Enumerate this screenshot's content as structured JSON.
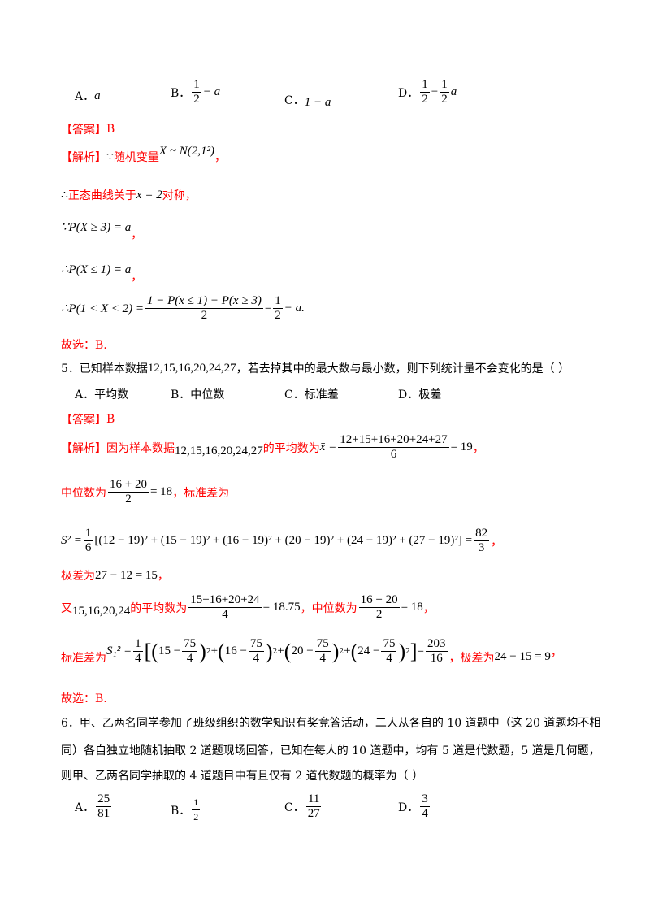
{
  "q4": {
    "options": {
      "a": {
        "label": "A．",
        "expr": "a"
      },
      "b": {
        "label": "B．",
        "num": "1",
        "den": "2",
        "tail": "− a"
      },
      "c": {
        "label": "C．",
        "expr": "1 − a"
      },
      "d": {
        "label": "D．",
        "num1": "1",
        "den1": "2",
        "minus": "−",
        "num2": "1",
        "den2": "2",
        "tail": "a"
      }
    },
    "answer_tag": "【答案】",
    "answer": "B",
    "analysis_tag": "【解析】",
    "because": "∵",
    "l1_text": "随机变量",
    "l1_math": "X ~ N(2,1²)",
    "l1_end": "，",
    "l2_therefore": "∴",
    "l2_text": "正态曲线关于",
    "l2_math": "x = 2",
    "l2_end": "对称，",
    "l3_math": "∵P(X ≥ 3) = a",
    "l3_end": "，",
    "l4_math": "∴P(X ≤ 1) = a",
    "l4_end": "，",
    "l5_left": "∴P(1 < X < 2) =",
    "l5_num": "1 − P(x ≤ 1) − P(x ≥ 3)",
    "l5_den": "2",
    "l5_eq": "=",
    "l5_num2": "1",
    "l5_den2": "2",
    "l5_tail": "− a.",
    "choose": "故选：B."
  },
  "q5": {
    "stem_pre": "5．已知样本数据",
    "stem_data": "12,15,16,20,24,27",
    "stem_post": "，若去掉其中的最大数与最小数，则下列统计量不会变化的是（    ）",
    "options": [
      {
        "label": "A．",
        "text": "平均数"
      },
      {
        "label": "B．",
        "text": "中位数"
      },
      {
        "label": "C．",
        "text": "标准差"
      },
      {
        "label": "D．",
        "text": "极差"
      }
    ],
    "answer_tag": "【答案】",
    "answer": "B",
    "analysis_tag": "【解析】",
    "a1_text": "因为样本数据",
    "a1_data": "12,15,16,20,24,27",
    "a1_text2": "的平均数为",
    "a1_xbar": "x̄ =",
    "a1_num": "12+15+16+20+24+27",
    "a1_den": "6",
    "a1_res": "= 19",
    "a1_end": "，",
    "a2_text": "中位数为",
    "a2_num": "16 + 20",
    "a2_den": "2",
    "a2_res": "= 18",
    "a2_text2": "，标准差为",
    "a3_left": "S² =",
    "a3_num": "1",
    "a3_den": "6",
    "a3_body": "[(12 − 19)² + (15 − 19)² + (16 − 19)² + (20 − 19)² + (24 − 19)² + (27 − 19)²] =",
    "a3_rnum": "82",
    "a3_rden": "3",
    "a3_end": "，",
    "a4_text": "极差为",
    "a4_math": "27 − 12 = 15",
    "a4_end": "，",
    "a5_text": "又",
    "a5_data": "15,16,20,24",
    "a5_text2": "的平均数为",
    "a5_num": "15+16+20+24",
    "a5_den": "4",
    "a5_res": "= 18.75",
    "a5_text3": "，中位数为",
    "a5_num2": "16 + 20",
    "a5_den2": "2",
    "a5_res2": "= 18",
    "a5_end": "，",
    "a6_text": "标准差为",
    "a6_left": "S₁² =",
    "a6_num": "1",
    "a6_den": "4",
    "a6_terms": [
      {
        "a": "15 −",
        "n": "75",
        "d": "4"
      },
      {
        "a": "16 −",
        "n": "75",
        "d": "4"
      },
      {
        "a": "20 −",
        "n": "75",
        "d": "4"
      },
      {
        "a": "24 −",
        "n": "75",
        "d": "4"
      }
    ],
    "a6_plus": "+",
    "a6_eq": "=",
    "a6_rnum": "203",
    "a6_rden": "16",
    "a6_text2": "，极差为",
    "a6_math": "24 − 15 = 9",
    "a6_end": "，",
    "choose": "故选：B."
  },
  "q6": {
    "stem1": "6．甲、乙两名同学参加了班级组织的数学知识有奖竞答活动，二人从各自的 10 道题中（这 20 道题均不相",
    "stem2": "同）各自独立地随机抽取 2 道题现场回答，已知在每人的 10 道题中，均有 5 道是代数题，5 道是几何题，",
    "stem3": "则甲、乙两名同学抽取的 4 道题目中有且仅有 2 道代数题的概率为（    ）",
    "options": [
      {
        "label": "A．",
        "num": "25",
        "den": "81"
      },
      {
        "label": "B．",
        "num": "1",
        "den": "2"
      },
      {
        "label": "C．",
        "num": "11",
        "den": "27"
      },
      {
        "label": "D．",
        "num": "3",
        "den": "4"
      }
    ]
  }
}
